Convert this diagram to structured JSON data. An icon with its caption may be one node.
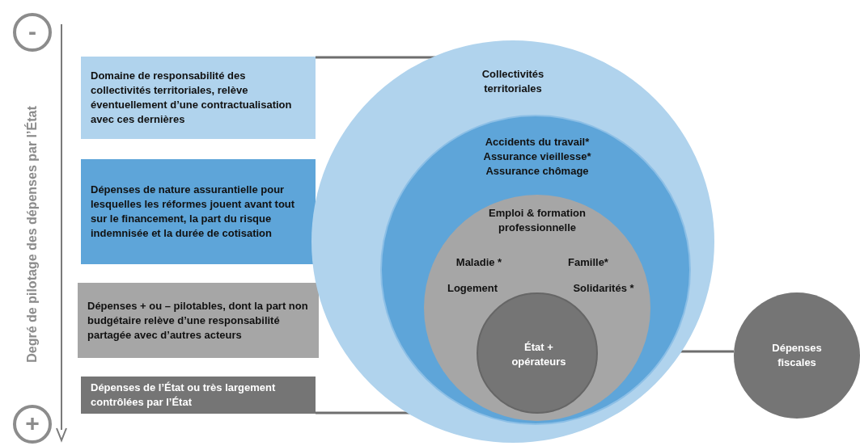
{
  "diagram": {
    "nodes": [
      {
        "text": [
          "-"
        ]
      },
      {
        "text": [
          "Domaine de responsabilité des collectivités territoriales, relève éventuellement d’une contractualisation avec ces dernières"
        ]
      },
      {
        "text": [
          "Dépenses de nature assurantielle pour lesquelles les réformes jouent avant tout sur le financement, la part du risque indemnisée et la durée de cotisation"
        ]
      },
      {
        "text": [
          "Dépenses + ou – pilotables, dont la part non budgétaire relève d’une responsabilité partagée avec d’autres acteurs"
        ]
      },
      {
        "text": [
          "Dépenses de l’État ou très largement contrôlées par l’État"
        ]
      },
      {
        "text": [
          "+"
        ]
      },
      {
        "text": [
          "Collectivités territoriales"
        ]
      },
      {
        "text": [
          "Accidents du travail*",
          "Assurance vieillesse*",
          "Assurance chômage"
        ],
        "in": 6
      },
      {
        "text": [
          "Emploi & formation professionnelle",
          "Maladie *",
          "Famille*",
          "Logement",
          "Solidarités *"
        ],
        "in": 7
      },
      {
        "text": [
          "État + opérateurs"
        ],
        "in": 8
      },
      {
        "text": [
          "Dépenses fiscales"
        ]
      }
    ],
    "edges": [
      {
        "from": 1,
        "to": 6,
        "arrow": "none"
      },
      {
        "from": 4,
        "to": 9,
        "arrow": "none"
      },
      {
        "from": 9,
        "to": 10,
        "arrow": "none"
      }
    ],
    "labels": [
      "Degré de pilotage des dépenses par l’État"
    ]
  }
}
